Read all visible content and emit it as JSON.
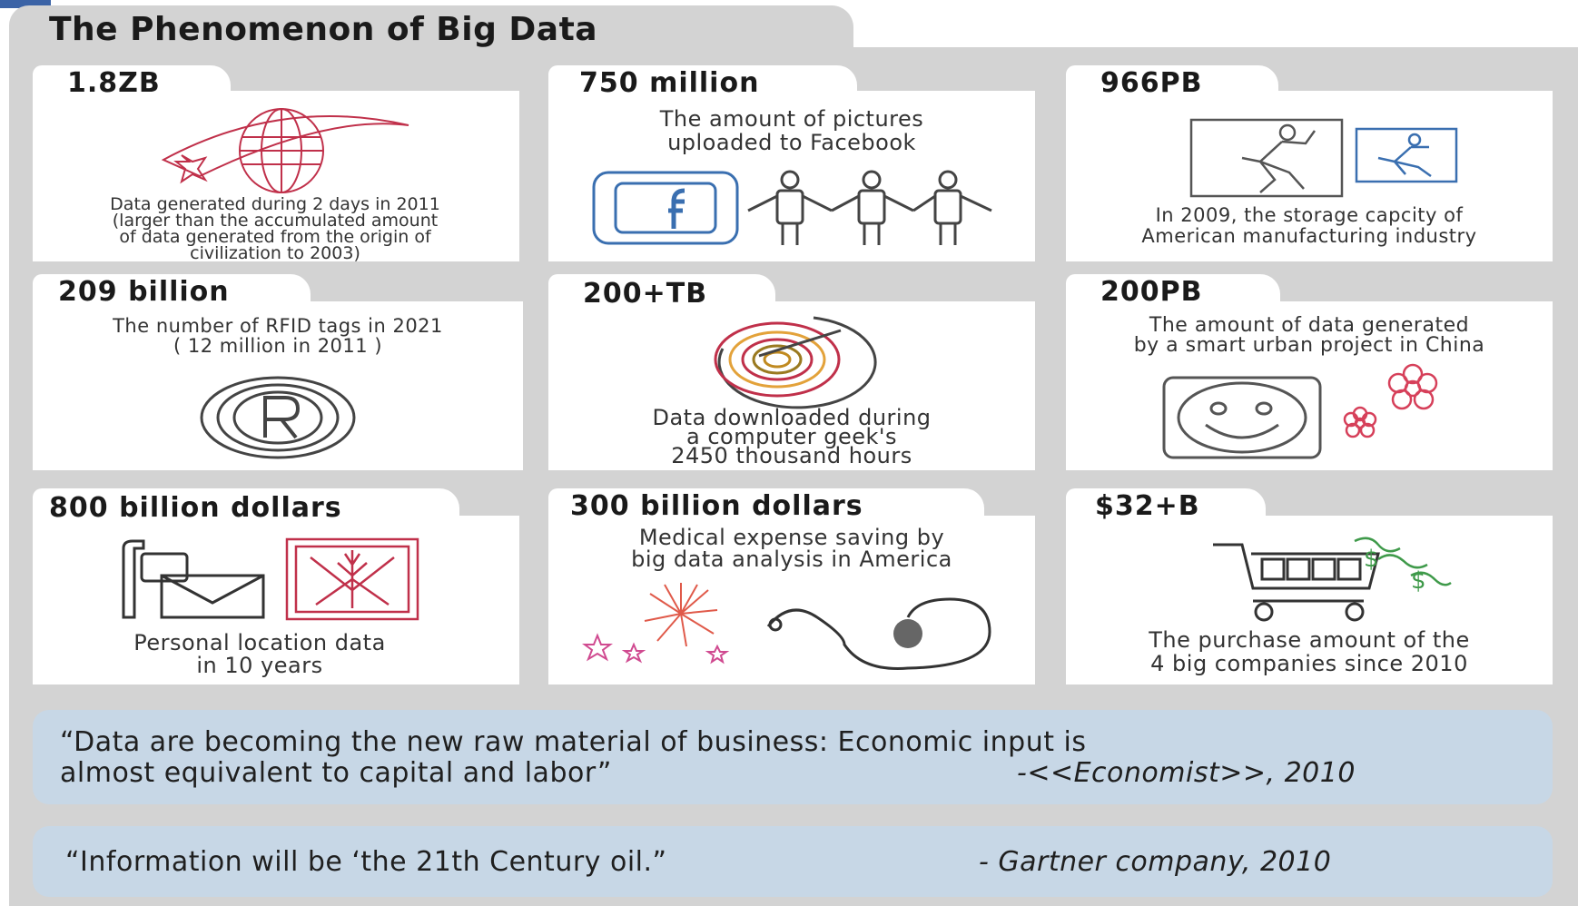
{
  "title": "The Phenomenon of Big Data",
  "cards": [
    {
      "stat": "1.8ZB",
      "desc_lines": [
        "Data generated during 2 days in 2011",
        "(larger than the accumulated amount",
        "of data generated from the origin of",
        "civilization to 2003)"
      ],
      "icon": "globe-icon"
    },
    {
      "stat": "750 million",
      "desc_lines": [
        "The amount of pictures",
        "uploaded to Facebook"
      ],
      "icon": "facebook-icon"
    },
    {
      "stat": "966PB",
      "desc_lines": [
        "In 2009, the storage capcity of",
        "American manufacturing industry"
      ],
      "icon": "running-man-icon"
    },
    {
      "stat": "209 billion",
      "desc_lines": [
        "The number of RFID tags in 2021",
        "( 12 million in 2011 )"
      ],
      "icon": "registered-icon"
    },
    {
      "stat": "200+TB",
      "desc_lines": [
        "Data downloaded during",
        "a computer geek's",
        "2450 thousand hours"
      ],
      "icon": "spiral-icon"
    },
    {
      "stat": "200PB",
      "desc_lines": [
        "The amount of data generated",
        "by a smart urban project in China"
      ],
      "icon": "smiley-icon"
    },
    {
      "stat": "800 billion dollars",
      "desc_lines": [
        "Personal location data",
        "in 10 years"
      ],
      "icon": "mail-icon"
    },
    {
      "stat": "300 billion dollars",
      "desc_lines": [
        "Medical expense saving by",
        "big data analysis in America"
      ],
      "icon": "stethoscope-icon"
    },
    {
      "stat": "$32+B",
      "desc_lines": [
        "The purchase amount of the",
        "4 big companies since 2010"
      ],
      "icon": "cart-icon"
    }
  ],
  "quotes": [
    {
      "line1": "“Data are becoming the new raw material of business: Economic input is",
      "line2": "almost equivalent to capital and labor”",
      "source": "-<<Economist>>, 2010"
    },
    {
      "line1": "“Information will be ‘the 21th Century oil.”",
      "source": "- Gartner company, 2010"
    }
  ],
  "colors": {
    "panel": "#d3d3d3",
    "card": "#ffffff",
    "quote_box": "#c7d7e6",
    "accent_red": "#c0304a",
    "accent_blue": "#3a6fb0",
    "accent_green": "#3f9a4a"
  }
}
